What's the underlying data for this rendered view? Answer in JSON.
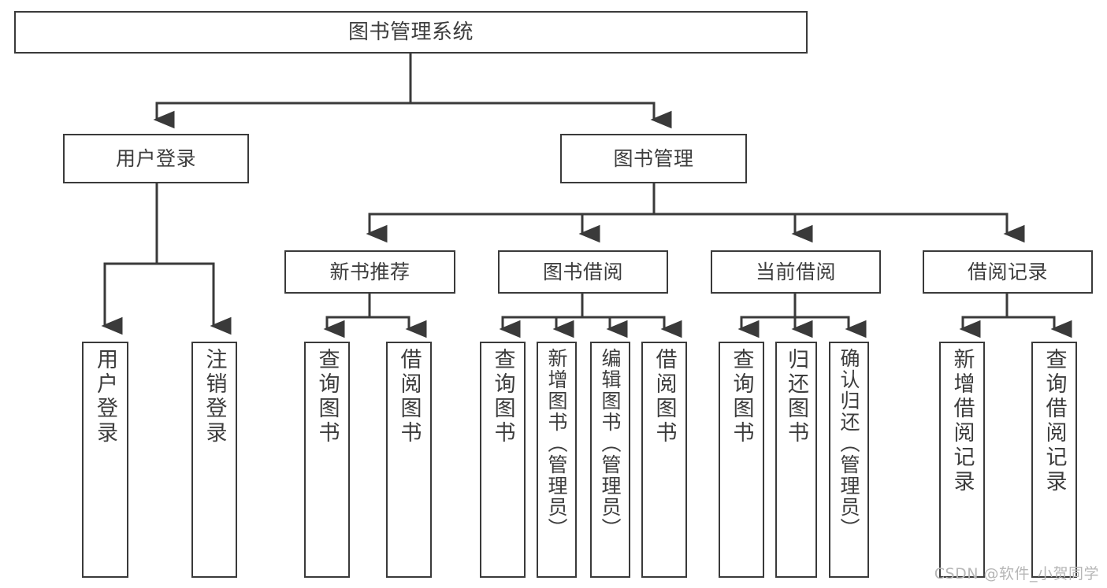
{
  "diagram": {
    "title": "图书管理系统",
    "type": "tree-hierarchy",
    "orientation": "top-down",
    "colors": {
      "background": "#ffffff",
      "node_border": "#3a3a3a",
      "node_fill": "#ffffff",
      "text": "#3d3d3d",
      "edge": "#3a3a3a",
      "watermark": "#b6b6b6"
    }
  },
  "nodes": {
    "root": {
      "label": "图书管理系统"
    },
    "level2": [
      {
        "id": "user-login",
        "label": "用户登录"
      },
      {
        "id": "book-management",
        "label": "图书管理"
      }
    ],
    "level3": [
      {
        "id": "new-book-recommend",
        "label": "新书推荐"
      },
      {
        "id": "book-borrow",
        "label": "图书借阅"
      },
      {
        "id": "current-borrow",
        "label": "当前借阅"
      },
      {
        "id": "borrow-record",
        "label": "借阅记录"
      }
    ],
    "leaves": {
      "user_login": [
        {
          "id": "leaf-user-login",
          "label": "用户登录"
        },
        {
          "id": "leaf-logout-login",
          "label": "注销登录"
        }
      ],
      "new_book_recommend": [
        {
          "id": "leaf-query-book-1",
          "label": "查询图书"
        },
        {
          "id": "leaf-borrow-book-1",
          "label": "借阅图书"
        }
      ],
      "book_borrow": [
        {
          "id": "leaf-query-book-2",
          "label": "查询图书"
        },
        {
          "id": "leaf-add-book",
          "label": "新增图书（管理员）"
        },
        {
          "id": "leaf-edit-book",
          "label": "编辑图书（管理员）"
        },
        {
          "id": "leaf-borrow-book-2",
          "label": "借阅图书"
        }
      ],
      "current_borrow": [
        {
          "id": "leaf-query-book-3",
          "label": "查询图书"
        },
        {
          "id": "leaf-return-book",
          "label": "归还图书"
        },
        {
          "id": "leaf-confirm-return",
          "label": "确认归还（管理员）"
        }
      ],
      "borrow_record": [
        {
          "id": "leaf-add-record",
          "label": "新增借阅记录"
        },
        {
          "id": "leaf-query-record",
          "label": "查询借阅记录"
        }
      ]
    }
  },
  "watermark": {
    "text": "CSDN @软件_小贺同学"
  }
}
